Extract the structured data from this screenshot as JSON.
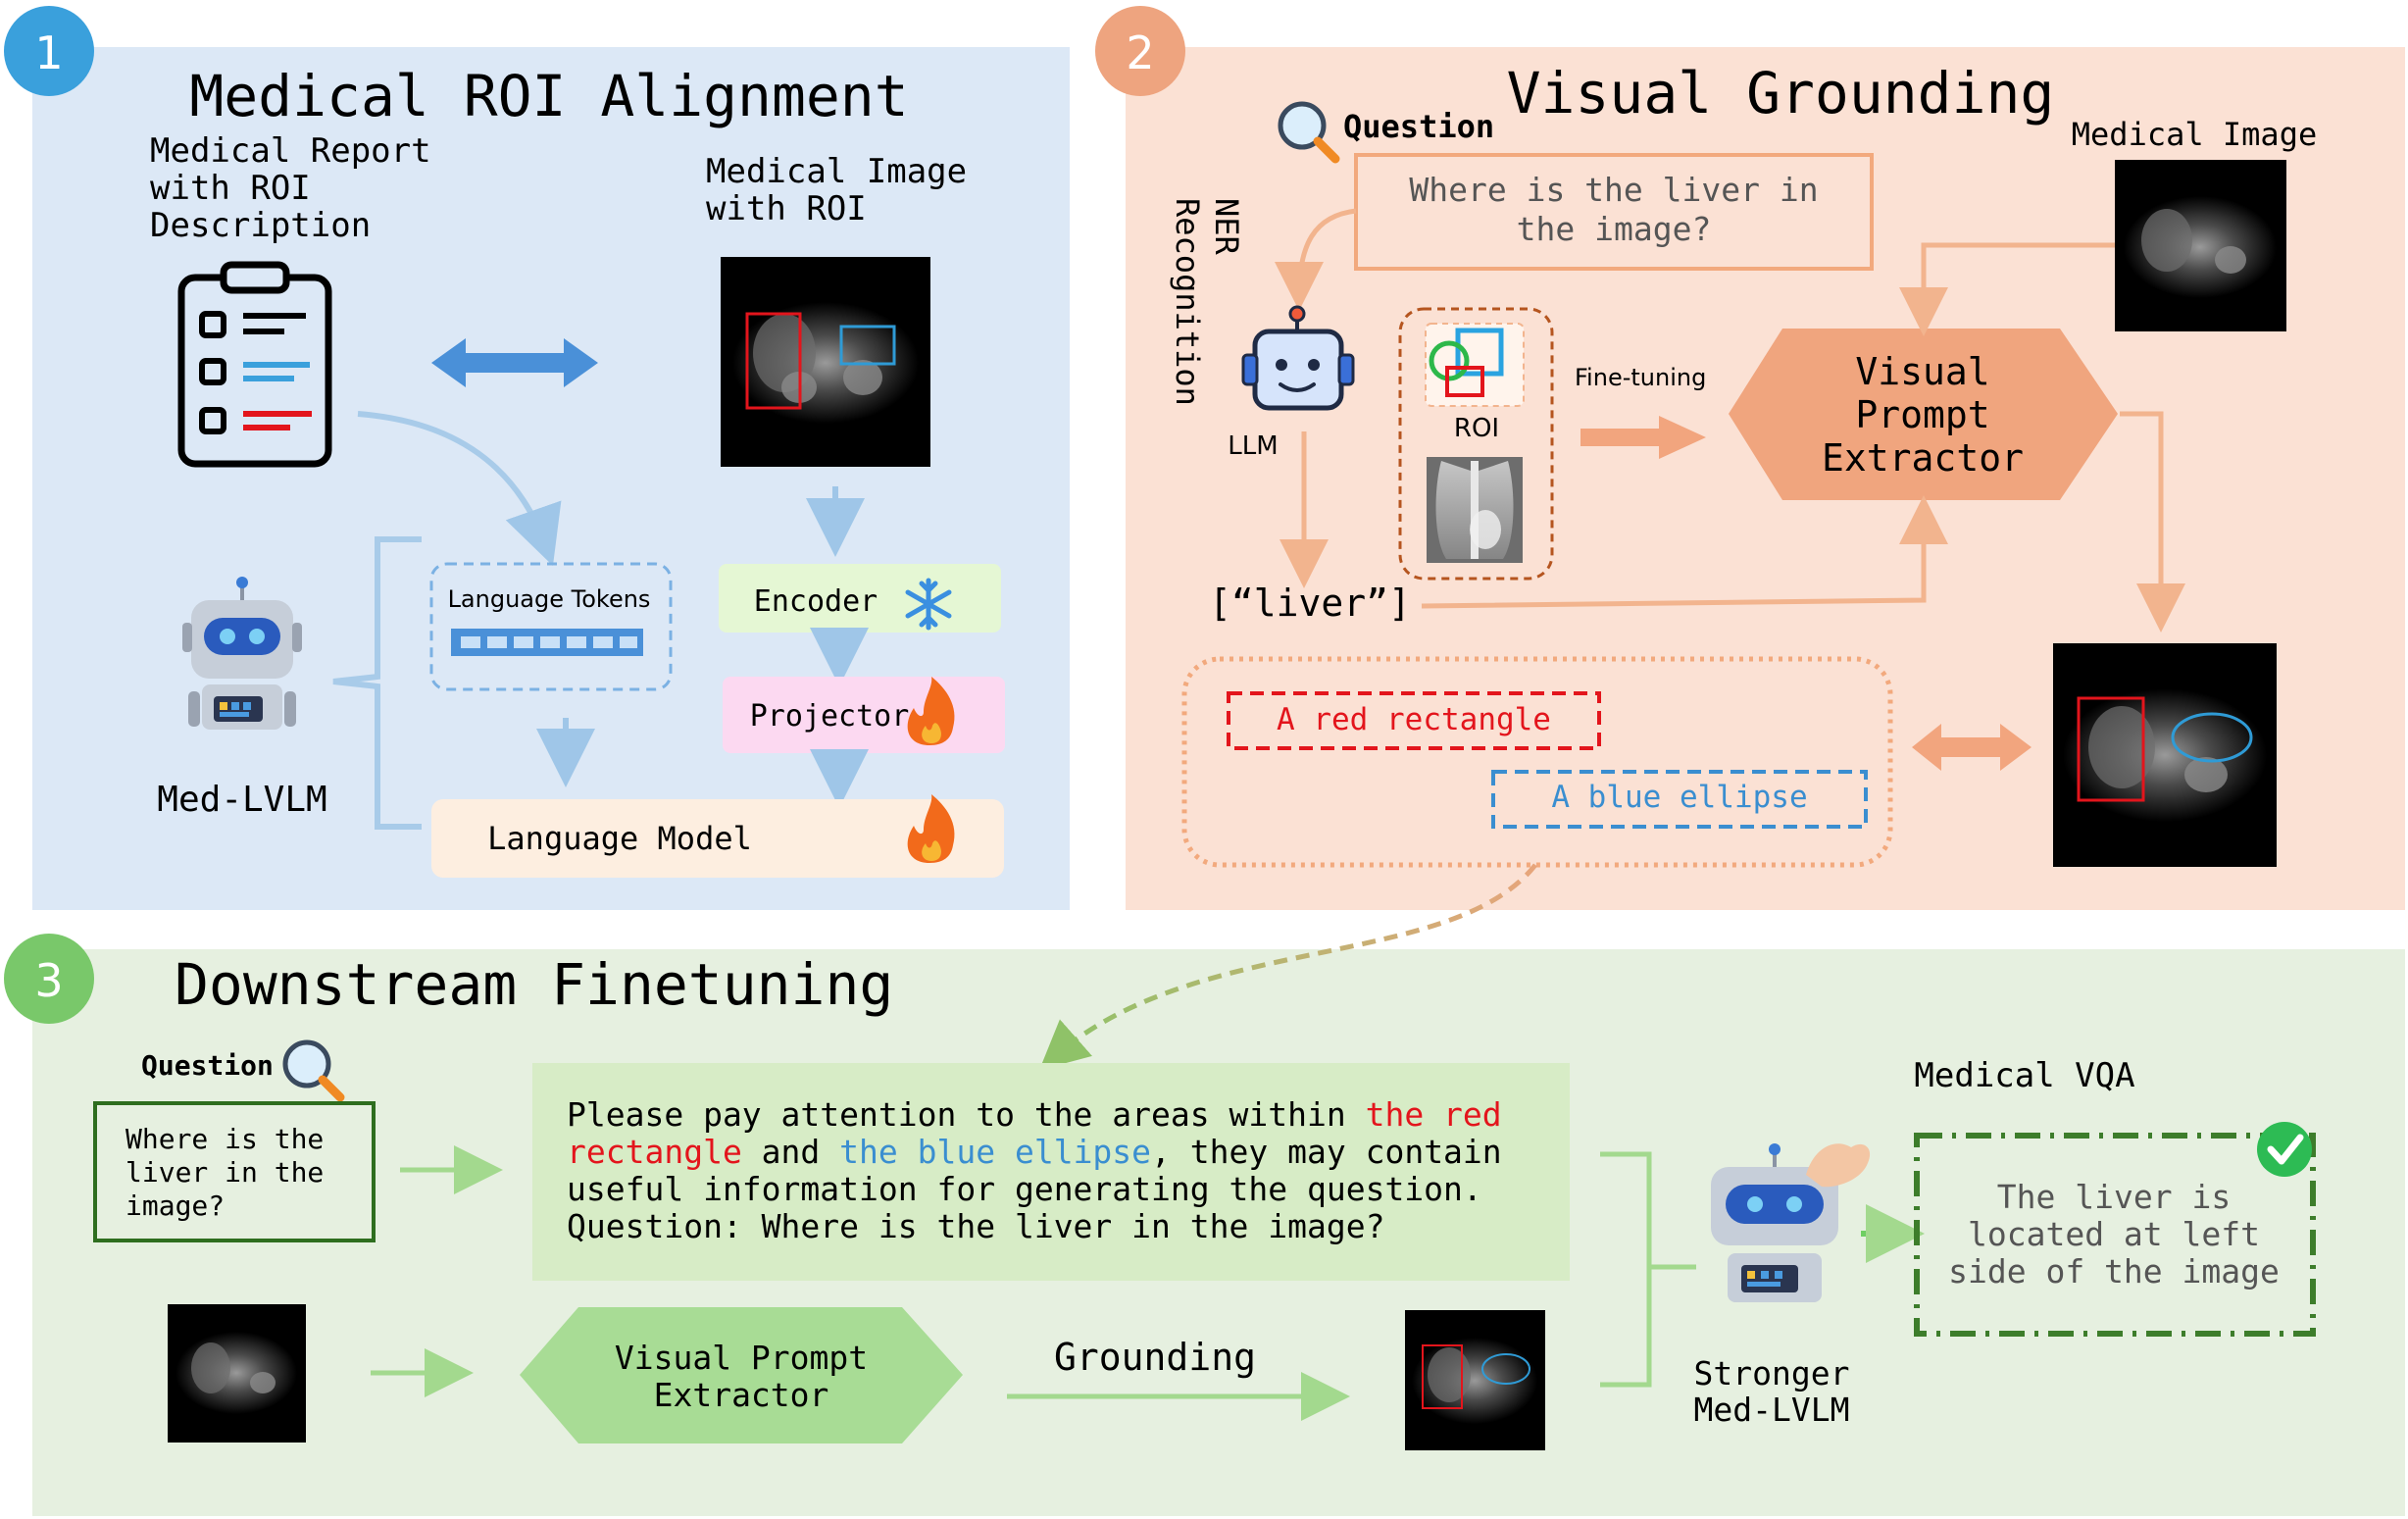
{
  "colors": {
    "panel1_bg": "#dce8f6",
    "panel2_bg": "#fbe1d4",
    "panel3_bg": "#e6f0e0",
    "badge1": "#3aa0dc",
    "badge2": "#eea47f",
    "badge3": "#79c86a",
    "accent_red": "#e3151c",
    "accent_blue": "#3a8ed0",
    "arrow_blue": "#a8cbe9",
    "arrow_orange": "#f2b48e",
    "arrow_green": "#a3d98e",
    "vpe_orange": "#f0a57e",
    "vpe_green": "#a8dc95",
    "vqa_green": "#3d7d2b"
  },
  "panel1": {
    "badge": "1",
    "title": "Medical ROI Alignment",
    "report_label": [
      "Medical Report",
      "with ROI",
      "Description"
    ],
    "image_label": [
      "Medical Image",
      "with ROI"
    ],
    "language_tokens": "Language Tokens",
    "encoder": "Encoder",
    "projector": "Projector",
    "language_model": "Language Model",
    "model_name": "Med-LVLM"
  },
  "panel2": {
    "badge": "2",
    "title": "Visual Grounding",
    "question_label": "Question",
    "question_text": [
      "Where is the liver in",
      "the image?"
    ],
    "ner_label": [
      "NER",
      "Recognition"
    ],
    "llm_label": "LLM",
    "roi_label": "ROI",
    "finetuning_label": "Fine-tuning",
    "vpe_label": [
      "Visual",
      "Prompt",
      "Extractor"
    ],
    "medical_image_label": "Medical Image",
    "entity_output": "[“liver”]",
    "red_prompt": "A red rectangle",
    "blue_prompt": "A blue ellipse"
  },
  "panel3": {
    "badge": "3",
    "title": "Downstream Finetuning",
    "question_label": "Question",
    "question_text": [
      "Where is the",
      "liver in the",
      "image?"
    ],
    "prompt_line1_a": "Please pay attention to the areas within ",
    "prompt_line1_b": "the red",
    "prompt_line2_a": "rectangle",
    "prompt_line2_b": " and ",
    "prompt_line2_c": "the blue ellipse",
    "prompt_line2_d": ", they may contain",
    "prompt_line3": "useful information for generating the question.",
    "prompt_line4": "Question: Where is the liver in the image?",
    "vpe_label": [
      "Visual Prompt",
      "Extractor"
    ],
    "grounding_label": "Grounding",
    "model_name": [
      "Stronger",
      "Med-LVLM"
    ],
    "vqa_label": "Medical VQA",
    "answer": [
      "The liver is",
      "located at left",
      "side of the image"
    ]
  }
}
